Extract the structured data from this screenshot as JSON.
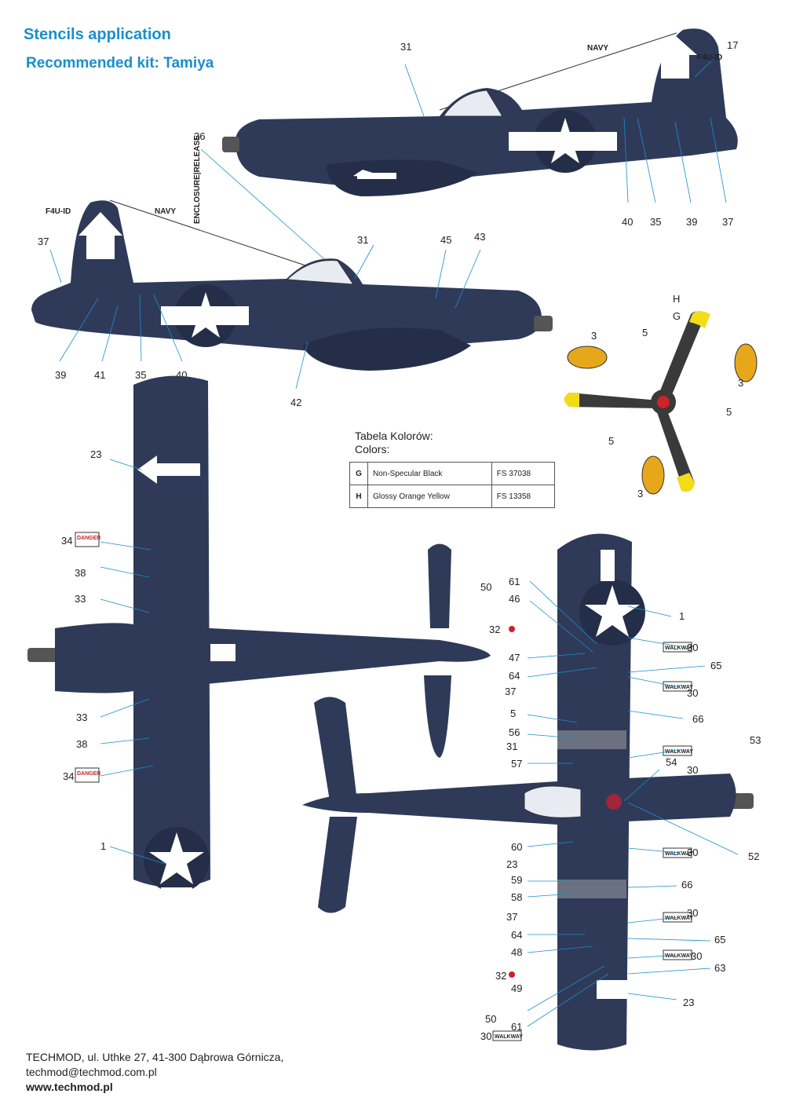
{
  "header": {
    "title": "Stencils application",
    "subtitle": "Recommended kit: Tamiya"
  },
  "aircraft_markings": {
    "navy": "NAVY",
    "model": "F4U-ID",
    "enclosure": "ENCLOSURE|RELEASE",
    "danger": "DANGER",
    "walkway": "WALKWAY",
    "prop_H": "H",
    "prop_G": "G"
  },
  "callouts": {
    "side_top": [
      "31",
      "17",
      "36",
      "40",
      "35",
      "39",
      "37"
    ],
    "side_bottom": [
      "37",
      "31",
      "45",
      "43",
      "39",
      "41",
      "35",
      "40",
      "42"
    ],
    "propeller": [
      "3",
      "5",
      "3",
      "5",
      "5",
      "3"
    ],
    "underside": [
      "23",
      "34",
      "38",
      "33",
      "33",
      "38",
      "34",
      "1"
    ],
    "topside_left": [
      "50",
      "61",
      "46",
      "32",
      "47",
      "64",
      "37",
      "5",
      "56",
      "31",
      "57",
      "60",
      "23",
      "59",
      "58",
      "37",
      "64",
      "48",
      "32",
      "49",
      "50",
      "61",
      "30"
    ],
    "topside_right": [
      "1",
      "30",
      "65",
      "30",
      "66",
      "53",
      "54",
      "30",
      "52",
      "30",
      "66",
      "30",
      "65",
      "30",
      "63",
      "23"
    ]
  },
  "color_table": {
    "heading_line1": "Tabela Kolorów:",
    "heading_line2": "Colors:",
    "rows": [
      {
        "code": "G",
        "name": "Non-Specular Black",
        "fs": "FS 37038"
      },
      {
        "code": "H",
        "name": "Glossy Orange Yellow",
        "fs": "FS 13358"
      }
    ]
  },
  "footer": {
    "address": "TECHMOD, ul. Uthke 27, 41-300 Dąbrowa Górnicza,",
    "email": "techmod@techmod.com.pl",
    "website": "www.techmod.pl"
  },
  "colors": {
    "title_blue": "#1a8fc9",
    "aircraft_navy": "#2f3a59",
    "aircraft_navy_dark": "#252e48",
    "insignia_white": "#ffffff",
    "prop_black": "#3a3a3a",
    "prop_tip_yellow": "#f2dc1a",
    "danger_red": "#d0202a",
    "stencil_yellow": "#e6d84a"
  }
}
